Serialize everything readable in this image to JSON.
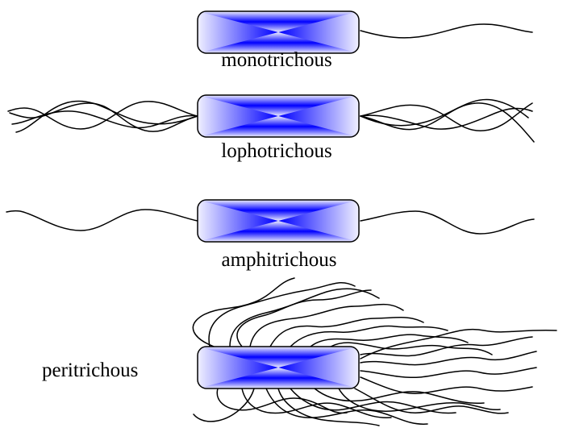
{
  "diagram": {
    "colors": {
      "cell_center": "#0000ff",
      "cell_edge": "#f0f0ff",
      "outline": "#000000",
      "background": "#ffffff"
    },
    "bacteria": [
      {
        "id": "monotrichous",
        "label": "monotrichous"
      },
      {
        "id": "lophotrichous",
        "label": "lophotrichous"
      },
      {
        "id": "amphitrichous",
        "label": "amphitrichous"
      },
      {
        "id": "peritrichous",
        "label": "peritrichous"
      }
    ]
  }
}
